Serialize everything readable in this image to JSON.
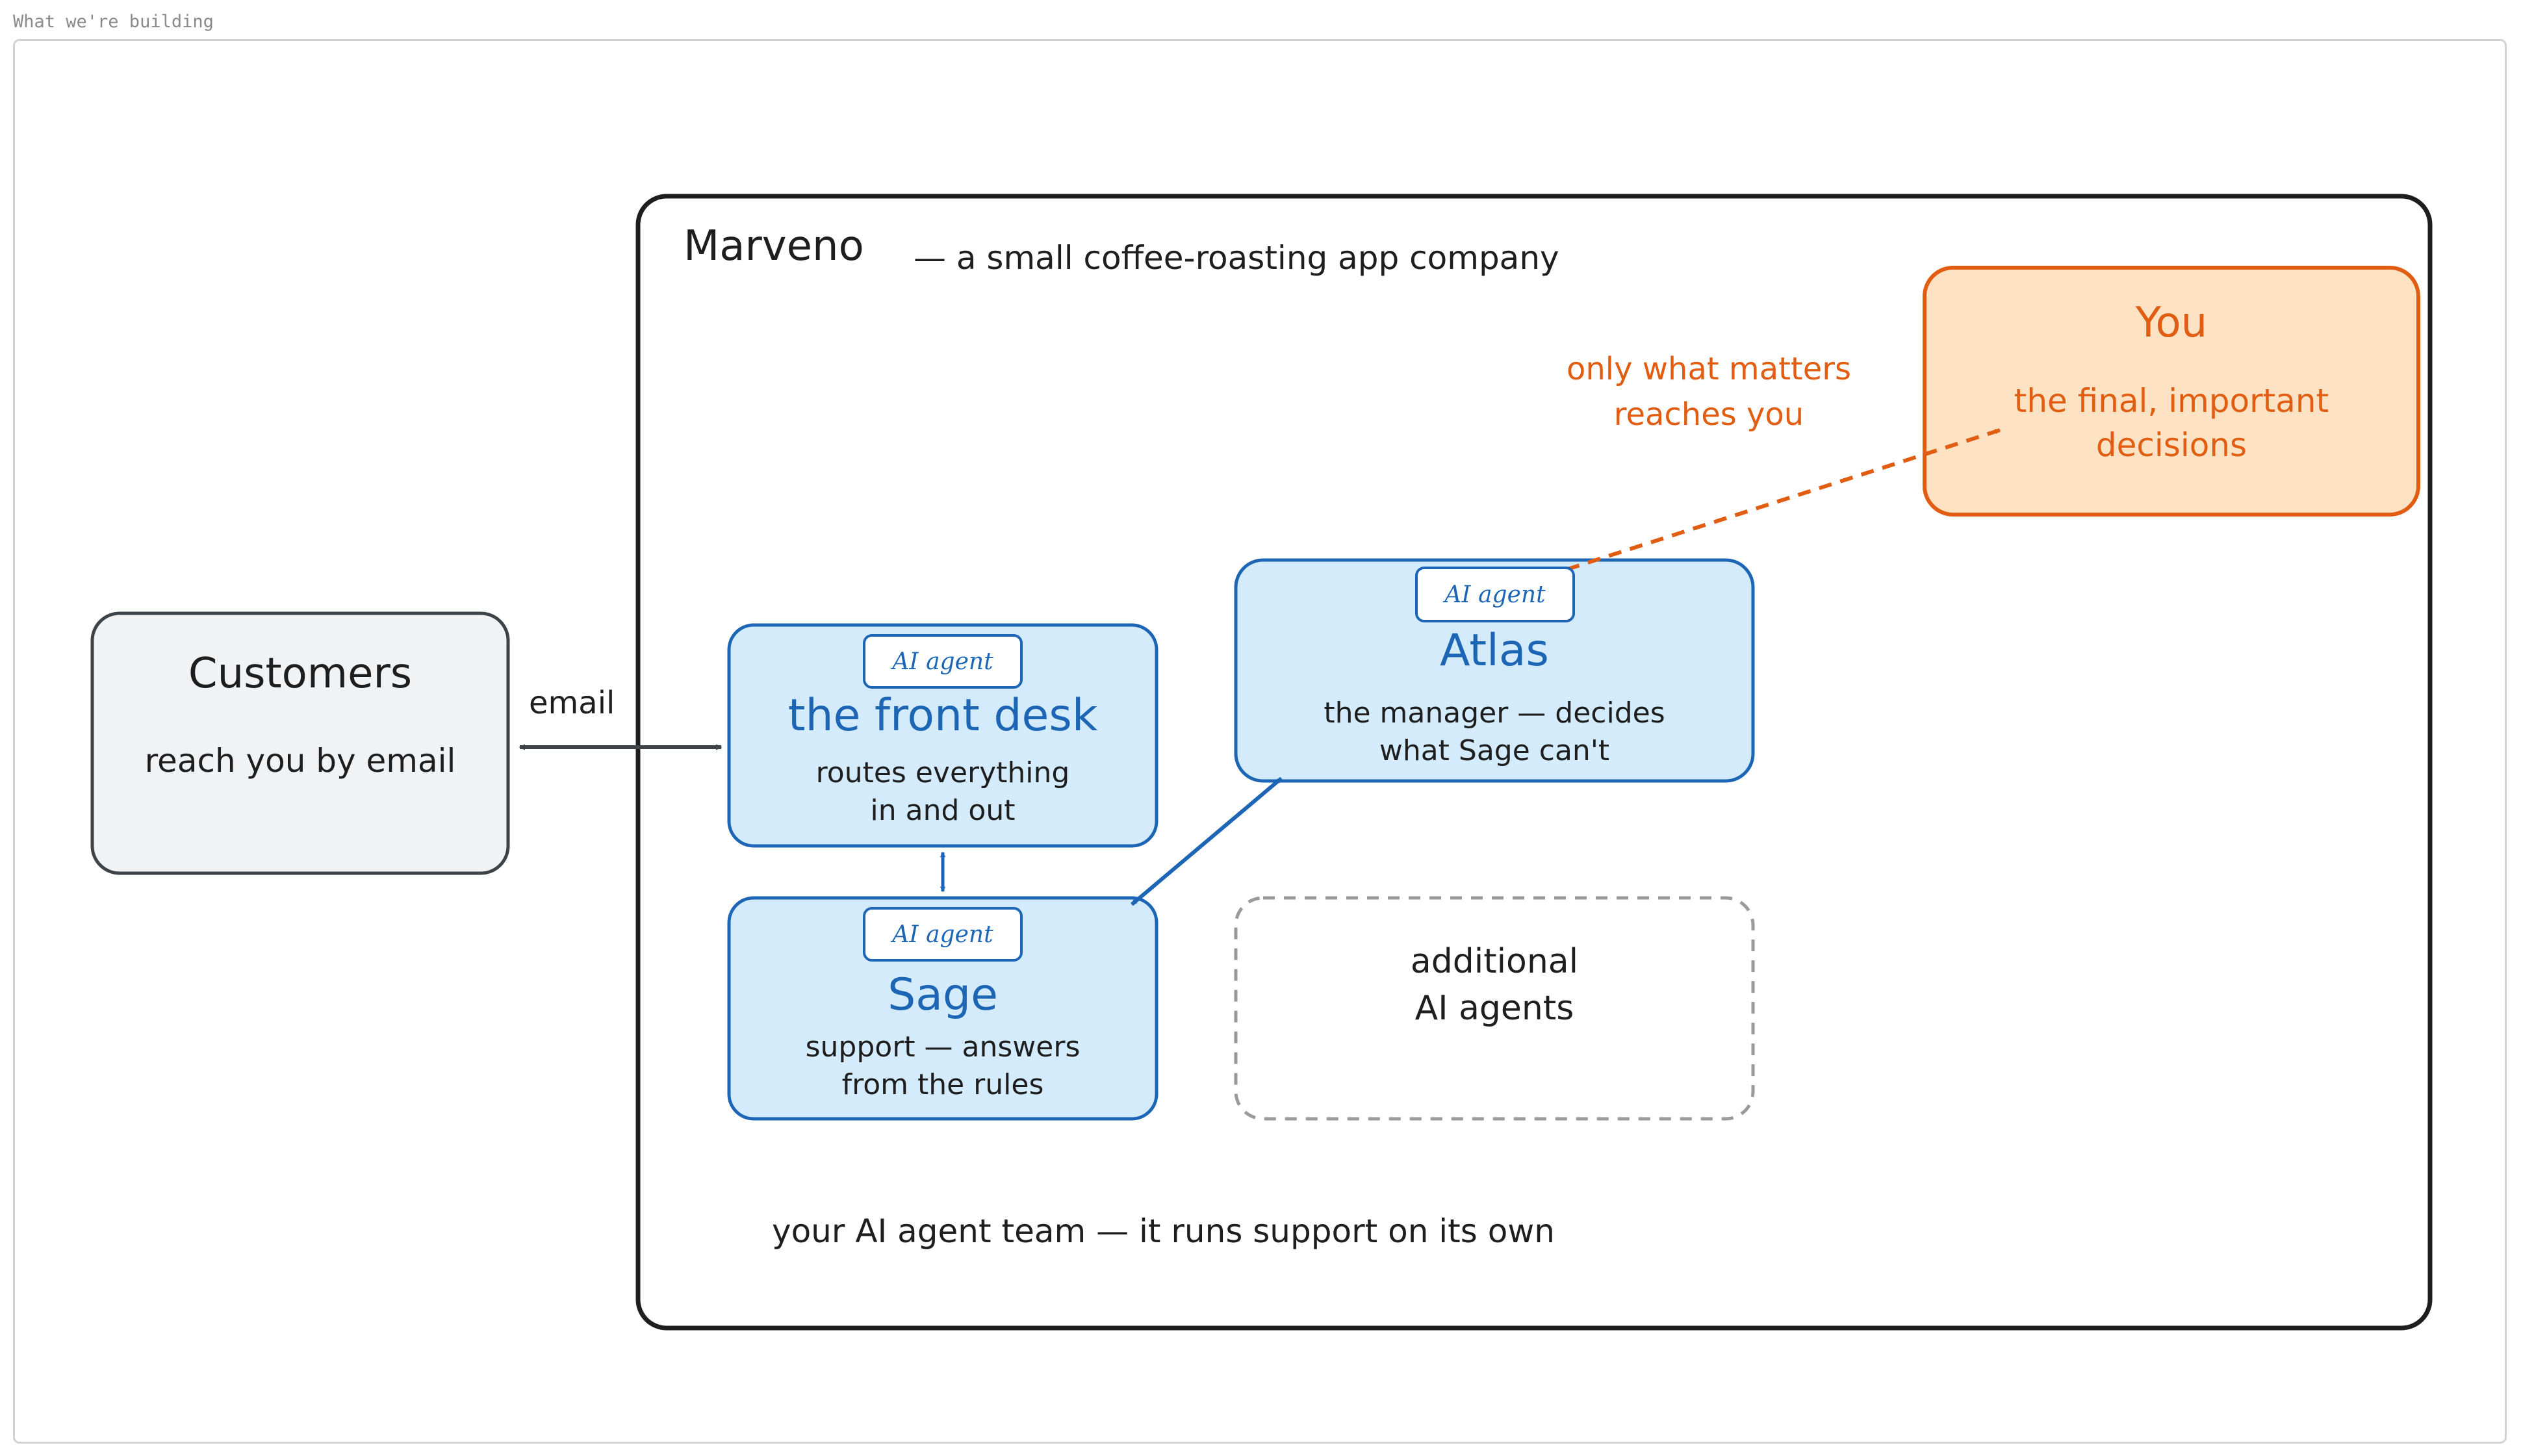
{
  "frame_label": "What we're building",
  "colors": {
    "ink": "#1e1e1e",
    "blue": "#1c66b5",
    "blue_fill": "#d3ebfb",
    "orange": "#e05d12",
    "orange_fill": "#fde3c4",
    "gray_fill": "#f1f2f4",
    "dashed_gray": "#9a9a9a"
  },
  "company": {
    "name": "Marveno",
    "tagline": "— a small coffee-roasting app company",
    "footer": "your AI agent team — it runs support on its own"
  },
  "customers": {
    "title": "Customers",
    "subtitle": "reach you by email",
    "edge_label": "email"
  },
  "agents": {
    "badge_label": "AI agent",
    "front_desk": {
      "title": "the front desk",
      "line1": "routes everything",
      "line2": "in and out"
    },
    "sage": {
      "title": "Sage",
      "line1": "support — answers",
      "line2": "from the rules"
    },
    "atlas": {
      "title": "Atlas",
      "line1": "the manager — decides",
      "line2": "what Sage can't"
    }
  },
  "additional": {
    "line1": "additional",
    "line2": "AI agents"
  },
  "you": {
    "title": "You",
    "line1": "the final, important",
    "line2": "decisions"
  },
  "escalation": {
    "line1": "only what matters",
    "line2": "reaches you"
  }
}
